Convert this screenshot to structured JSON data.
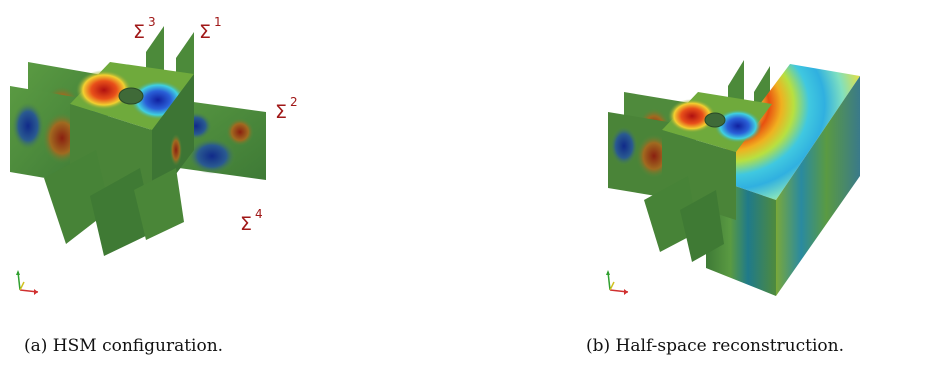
{
  "figure": {
    "panel_a": {
      "caption": "(a) HSM configuration.",
      "labels": [
        {
          "symbol": "Σ",
          "sup": "3"
        },
        {
          "symbol": "Σ",
          "sup": "1"
        },
        {
          "symbol": "Σ",
          "sup": "2"
        },
        {
          "symbol": "Σ",
          "sup": "4"
        }
      ]
    },
    "panel_b": {
      "caption": "(b) Half-space reconstruction."
    }
  },
  "colors": {
    "label_red": "#a01818",
    "field_green": "#4f8a3c",
    "field_red": "#c81e12",
    "field_blue": "#1d3fb0",
    "field_cyan": "#36d0e0",
    "field_yellow": "#f0e23a"
  }
}
